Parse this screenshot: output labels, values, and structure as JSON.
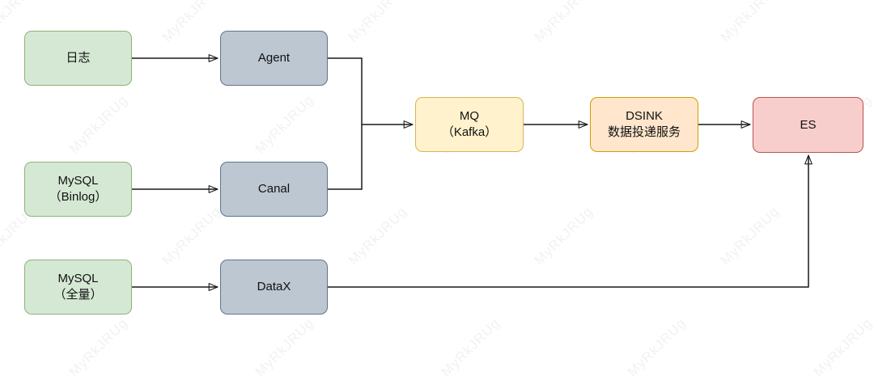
{
  "watermark": {
    "text": "MyRkJRUg"
  },
  "palette": {
    "source_fill": "#d5e8d4",
    "source_stroke": "#8cb377",
    "collector_fill": "#bcc7d2",
    "collector_stroke": "#5f7488",
    "queue_fill": "#fff2cc",
    "queue_stroke": "#d6b656",
    "service_fill": "#ffe6cc",
    "service_stroke": "#d79b00",
    "storage_fill": "#f8cecc",
    "storage_stroke": "#b85450",
    "edge_color": "#191919"
  },
  "nodes": {
    "logs": {
      "line1": "日志",
      "type": "source"
    },
    "agent": {
      "line1": "Agent",
      "type": "collector"
    },
    "mysql_binlog": {
      "line1": "MySQL",
      "line2": "（Binlog）",
      "type": "source"
    },
    "canal": {
      "line1": "Canal",
      "type": "collector"
    },
    "mysql_full": {
      "line1": "MySQL",
      "line2": "（全量）",
      "type": "source"
    },
    "datax": {
      "line1": "DataX",
      "type": "collector"
    },
    "mq": {
      "line1": "MQ",
      "line2": "（Kafka）",
      "type": "queue"
    },
    "dsink": {
      "line1": "DSINK",
      "line2": "数据投递服务",
      "type": "service"
    },
    "es": {
      "line1": "ES",
      "type": "storage"
    }
  },
  "edges": [
    {
      "from": "日志",
      "to": "Agent"
    },
    {
      "from": "MySQL（Binlog）",
      "to": "Canal"
    },
    {
      "from": "MySQL（全量）",
      "to": "DataX"
    },
    {
      "from": "Agent",
      "to": "MQ（Kafka）"
    },
    {
      "from": "Canal",
      "to": "MQ（Kafka）"
    },
    {
      "from": "MQ（Kafka）",
      "to": "DSINK 数据投递服务"
    },
    {
      "from": "DSINK 数据投递服务",
      "to": "ES"
    },
    {
      "from": "DataX",
      "to": "ES"
    }
  ]
}
